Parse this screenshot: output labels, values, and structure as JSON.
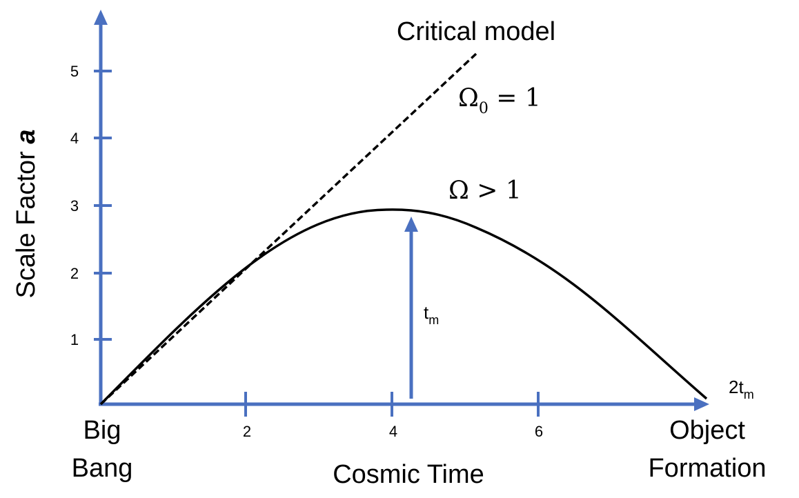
{
  "axes": {
    "y_label_main": "Scale Factor ",
    "y_label_var": "a",
    "x_label": "Cosmic Time",
    "x_start_label_line1": "Big",
    "x_start_label_line2": "Bang",
    "x_end_label_line1": "Object",
    "x_end_label_line2": "Formation",
    "y_ticks": [
      "1",
      "2",
      "3",
      "4",
      "5"
    ],
    "x_ticks": [
      "2",
      "4",
      "6"
    ],
    "axis_color": "#4A70C0"
  },
  "annotations": {
    "critical_title": "Critical model",
    "critical_omega": "Ω",
    "critical_omega_sub": "0",
    "critical_omega_rest": " = 1",
    "closed_omega": "Ω > 1",
    "tm_main": "t",
    "tm_sub": "m",
    "two_tm_main": "2t",
    "two_tm_sub": "m"
  },
  "curves": {
    "critical": {
      "style": "dashed",
      "color": "#000000"
    },
    "closed": {
      "style": "solid",
      "color": "#000000"
    }
  }
}
